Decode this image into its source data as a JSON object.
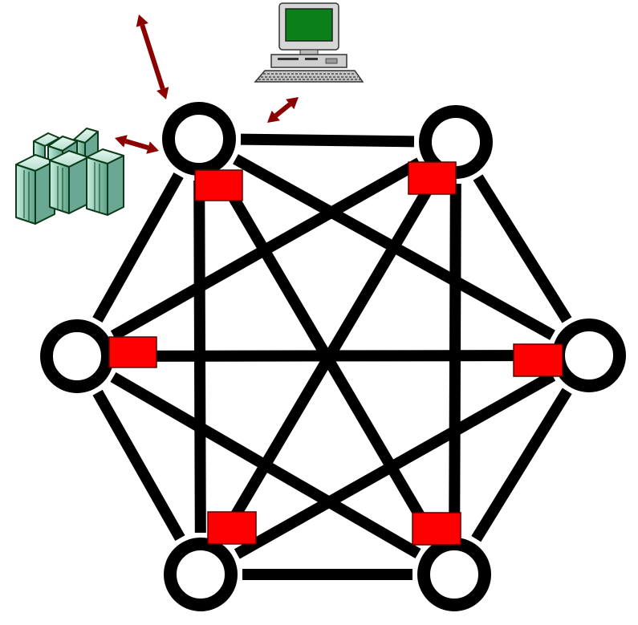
{
  "diagram": {
    "type": "fully-connected-mesh-network",
    "node_count": 6,
    "node_names": [
      "top-left",
      "top-right",
      "middle-left",
      "middle-right",
      "bottom-left",
      "bottom-right"
    ],
    "edges": [
      [
        "top-left",
        "top-right"
      ],
      [
        "top-left",
        "middle-left"
      ],
      [
        "top-left",
        "middle-right"
      ],
      [
        "top-left",
        "bottom-left"
      ],
      [
        "top-left",
        "bottom-right"
      ],
      [
        "top-right",
        "middle-left"
      ],
      [
        "top-right",
        "middle-right"
      ],
      [
        "top-right",
        "bottom-left"
      ],
      [
        "top-right",
        "bottom-right"
      ],
      [
        "middle-left",
        "middle-right"
      ],
      [
        "middle-left",
        "bottom-left"
      ],
      [
        "middle-left",
        "bottom-right"
      ],
      [
        "middle-right",
        "bottom-left"
      ],
      [
        "middle-right",
        "bottom-right"
      ],
      [
        "bottom-left",
        "bottom-right"
      ]
    ],
    "attached_devices": [
      {
        "device": "desktop-computer-icon",
        "connected_to": "top-left"
      },
      {
        "device": "server-rack-icon",
        "connected_to": "top-left"
      },
      {
        "device": "external-link",
        "connected_to": "top-left"
      }
    ],
    "colors": {
      "node_ring": "#000000",
      "link": "#000000",
      "interface_box": "#ff0000",
      "arrow": "#8b0000",
      "monitor_screen": "#0a7f1a",
      "server_body": "#9fd3c0",
      "server_outline": "#0c3b1a"
    }
  }
}
